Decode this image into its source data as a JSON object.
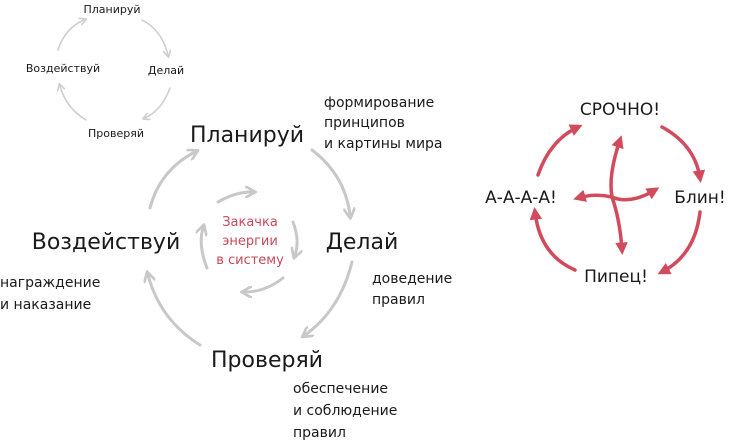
{
  "small_cycle": {
    "plan": "Планируй",
    "do": "Делай",
    "check": "Проверяй",
    "act": "Воздействуй"
  },
  "big_cycle": {
    "plan": "Планируй",
    "do": "Делай",
    "check": "Проверяй",
    "act": "Воздействуй",
    "center": [
      "Закачка",
      "энергии",
      "в систему"
    ],
    "plan_note": [
      "формирование",
      "принципов",
      "и картины мира"
    ],
    "do_note": [
      "доведение",
      "правил"
    ],
    "check_note": [
      "обеспечение",
      "и соблюдение",
      "правил"
    ],
    "act_note": [
      "награждение",
      "и наказание"
    ]
  },
  "chaos_cycle": {
    "top": "СРОЧНО!",
    "right": "Блин!",
    "bottom": "Пипец!",
    "left": "А-А-А-А!"
  },
  "colors": {
    "arrow_gray": "#c8c8c8",
    "accent_red": "#d24b5d",
    "text": "#1a1a1a"
  }
}
